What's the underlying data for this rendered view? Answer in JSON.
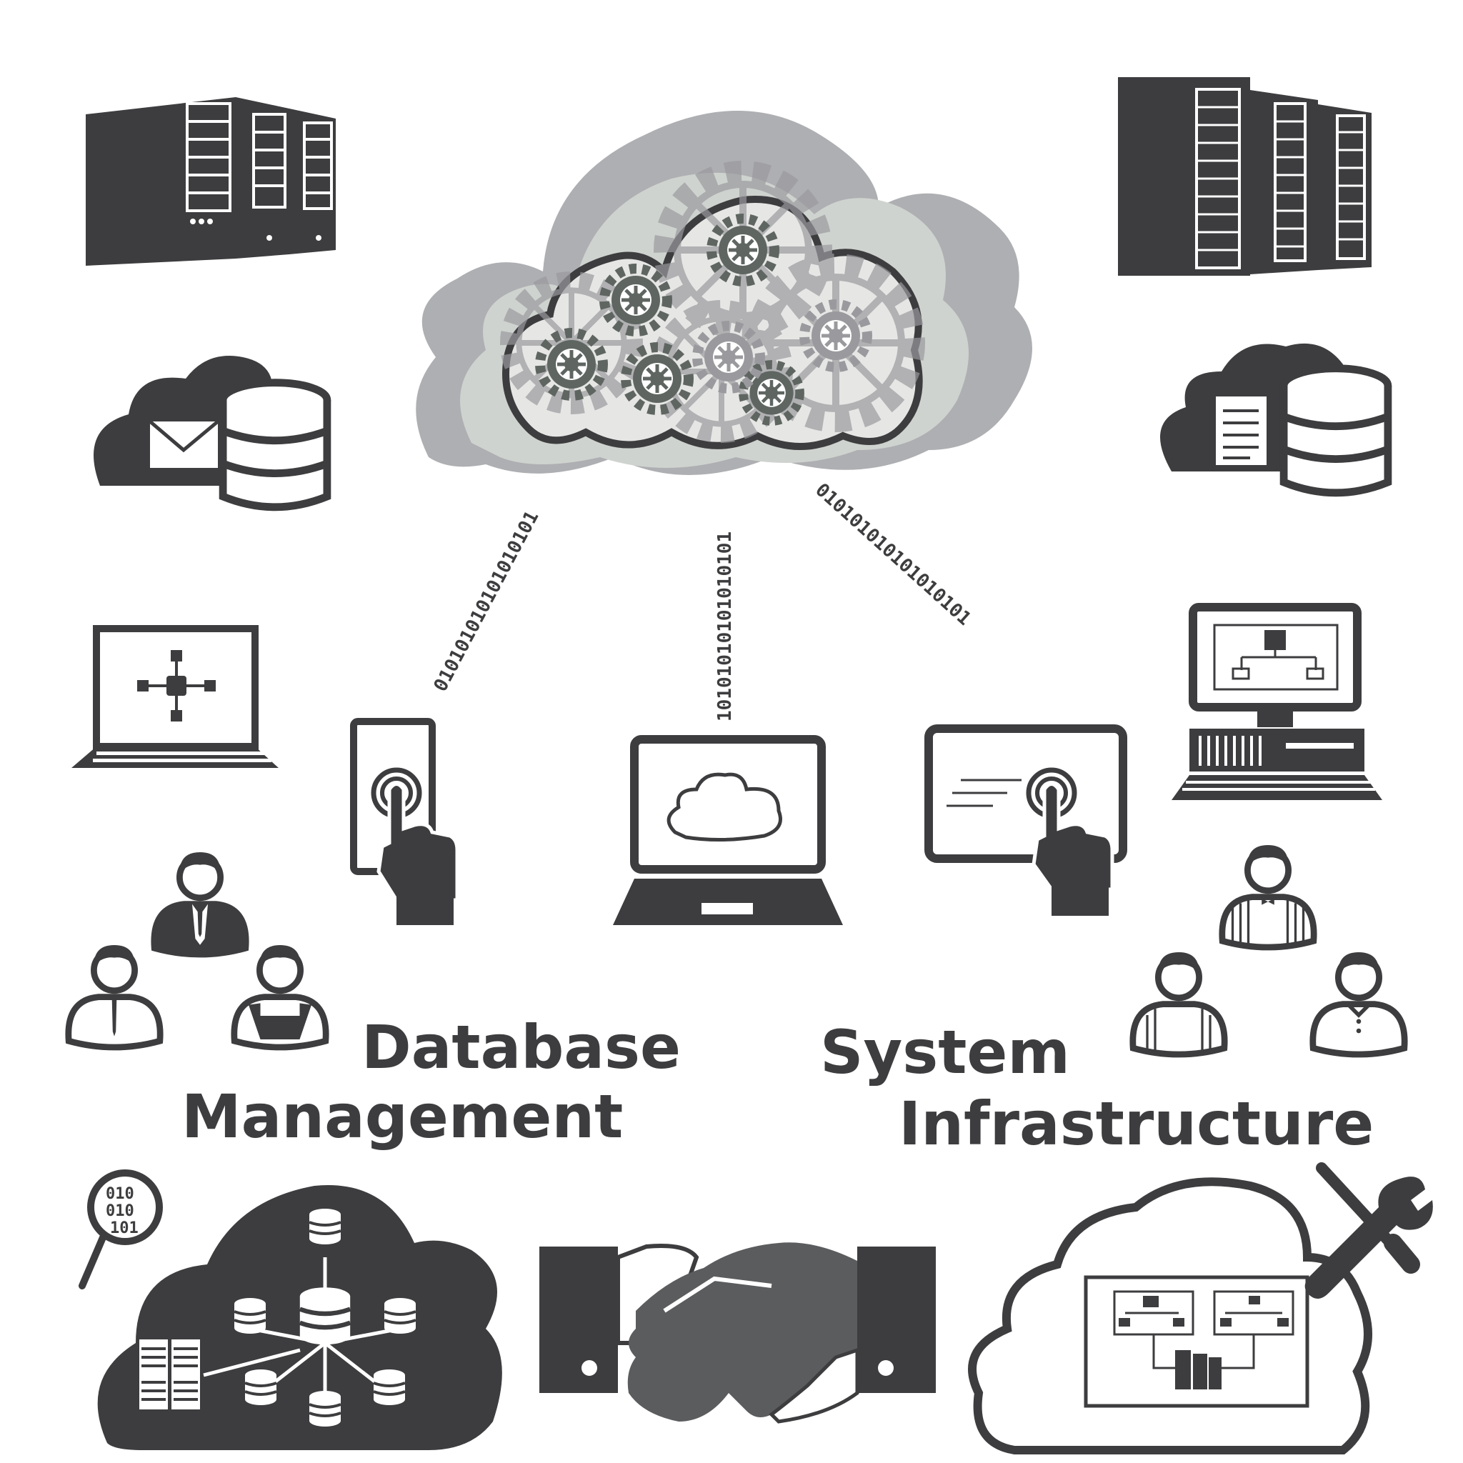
{
  "labels": {
    "database_line1": "Database",
    "database_line2": "Management",
    "system_line1": "System",
    "system_line2": "Infrastructure"
  },
  "binary_streams": {
    "left": "010101010101010101",
    "center": "10101010101010101",
    "right": "010101010101010101"
  },
  "magnifier_bits": {
    "row1": "010",
    "row2": "010",
    "row3": "101"
  },
  "colors": {
    "icon": "#3d3d3f",
    "cloud_outer": "#aeafb2",
    "cloud_mid": "#cfd3cf",
    "gear_dark": "#5f6662",
    "gear_light": "#9a9a9e",
    "background": "#ffffff"
  },
  "icons": [
    "server-rack-icon",
    "cloud-mail-database-icon",
    "laptop-network-icon",
    "smartphone-touch-icon",
    "laptop-cloud-icon",
    "tablet-touch-icon",
    "desktop-network-icon",
    "user-group-icon",
    "cloud-gears-icon",
    "cloud-database-network-icon",
    "magnifier-binary-icon",
    "handshake-icon",
    "cloud-infrastructure-icon",
    "tools-icon"
  ]
}
